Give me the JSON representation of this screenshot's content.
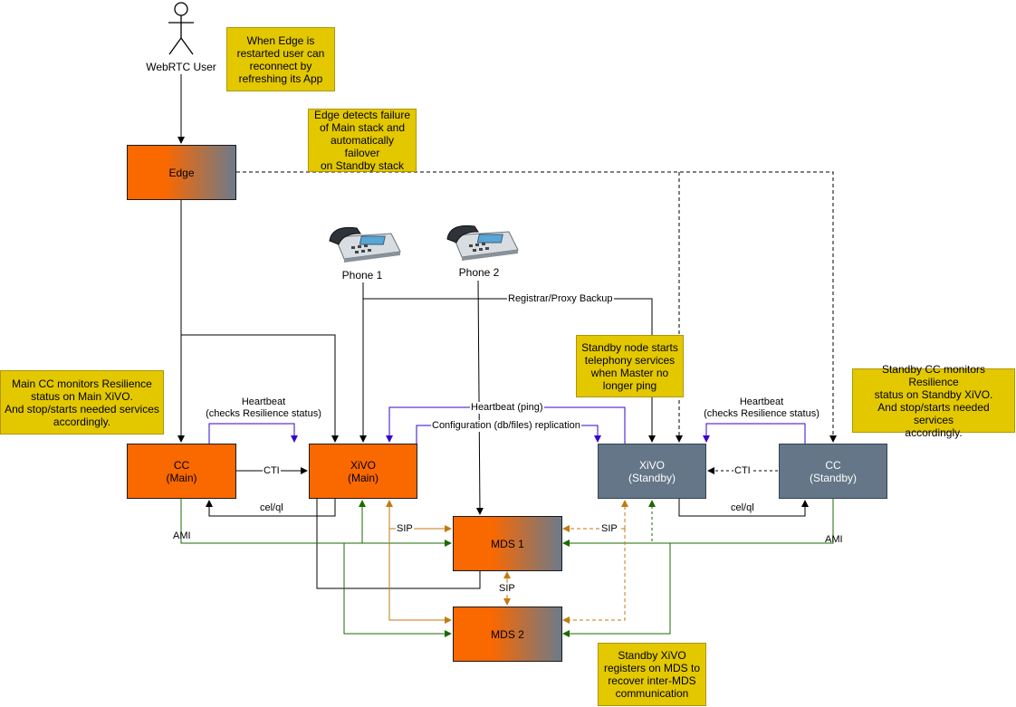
{
  "actors": {
    "webrtc_user": "WebRTC User"
  },
  "nodes": {
    "edge": "Edge",
    "cc_main": [
      "CC",
      "(Main)"
    ],
    "xivo_main": [
      "XiVO",
      "(Main)"
    ],
    "xivo_standby": [
      "XiVO",
      "(Standby)"
    ],
    "cc_standby": [
      "CC",
      "(Standby)"
    ],
    "mds1": "MDS 1",
    "mds2": "MDS 2"
  },
  "phones": {
    "phone1": "Phone 1",
    "phone2": "Phone 2"
  },
  "notes": {
    "edge_restart": [
      "When Edge is",
      "restarted user can",
      "reconnect by",
      "refreshing its App"
    ],
    "edge_failover": [
      "Edge detects failure",
      "of Main stack and",
      "automatically failover",
      "on Standby stack"
    ],
    "main_cc": [
      "Main CC monitors Resilience",
      "status on Main XiVO.",
      "And stop/starts needed services",
      "accordingly."
    ],
    "standby_node": [
      "Standby node starts",
      "telephony services",
      "when Master no",
      "longer ping"
    ],
    "standby_cc": [
      "Standby CC monitors Resilience",
      "status on Standby XiVO.",
      "And stop/starts needed services",
      "accordingly."
    ],
    "standby_xivo": [
      "Standby XiVO",
      "registers on MDS to",
      "recover inter-MDS",
      "communication"
    ]
  },
  "edge_labels": {
    "heartbeat_left": [
      "Heartbeat",
      "(checks Resilience status)"
    ],
    "heartbeat_right": [
      "Heartbeat",
      "(checks Resilience status)"
    ],
    "cti_left": "CTI",
    "cti_right": "CTI",
    "celql_left": "cel/ql",
    "celql_right": "cel/ql",
    "ami_left": "AMI",
    "ami_right": "AMI",
    "sip_left": "SIP",
    "sip_right": "SIP",
    "sip_mds": "SIP",
    "registrar": "Registrar/Proxy Backup",
    "heartbeat_ping": "Heartbeat (ping)",
    "replication": "Configuration (db/files) replication"
  },
  "colors": {
    "orange": "#fa6800",
    "slate": "#647687",
    "note": "#e3c800",
    "blue_line": "#3700cc",
    "green_line": "#1a6b00",
    "amber_line": "#c47a10"
  }
}
